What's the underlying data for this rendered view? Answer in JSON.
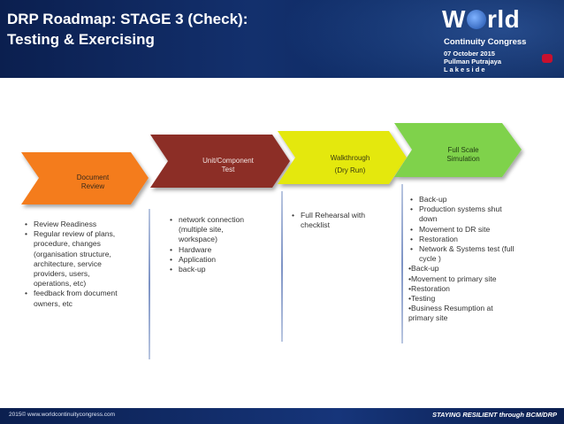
{
  "header": {
    "title_line1": "DRP Roadmap: STAGE 3 (Check):",
    "title_line2": "Testing & Exercising",
    "logo": {
      "word_left": "W",
      "word_right": "rld",
      "subtitle": "Continuity Congress",
      "date": "07 October 2015",
      "venue": "Pullman Putrajaya",
      "venue2": "L a k e s i d e"
    }
  },
  "steps": [
    {
      "label1": "Document",
      "label2": "Review",
      "color": "#f47c1c"
    },
    {
      "label1": "Unit/Component",
      "label2": "Test",
      "color": "#8c2d25"
    },
    {
      "label1": "Walkthrough",
      "label2": "(Dry Run)",
      "color": "#e4e80e"
    },
    {
      "label1": "Full Scale",
      "label2": "Simulation",
      "color": "#7fd24b"
    }
  ],
  "columns": [
    {
      "items": [
        "Review Readiness",
        "Regular review of plans, procedure, changes (organisation structure, architecture, service providers, users, operations, etc)",
        "feedback from document owners, etc"
      ]
    },
    {
      "items": [
        "network connection (multiple site, workspace)",
        "Hardware",
        "Application",
        "back-up"
      ]
    },
    {
      "items": [
        "Full Rehearsal with checklist"
      ]
    },
    {
      "items": [
        "Back-up",
        "Production systems shut down",
        "Movement to DR site",
        "Restoration",
        "Network & Systems test (full cycle )"
      ],
      "dash_items": [
        "Back-up",
        "Movement to primary site",
        "Restoration",
        "Testing",
        "Business Resumption at primary site"
      ]
    }
  ],
  "footer": {
    "left": "2015© www.worldcontinuitycongress.com",
    "right": "STAYING RESILIENT through BCM/DRP"
  }
}
